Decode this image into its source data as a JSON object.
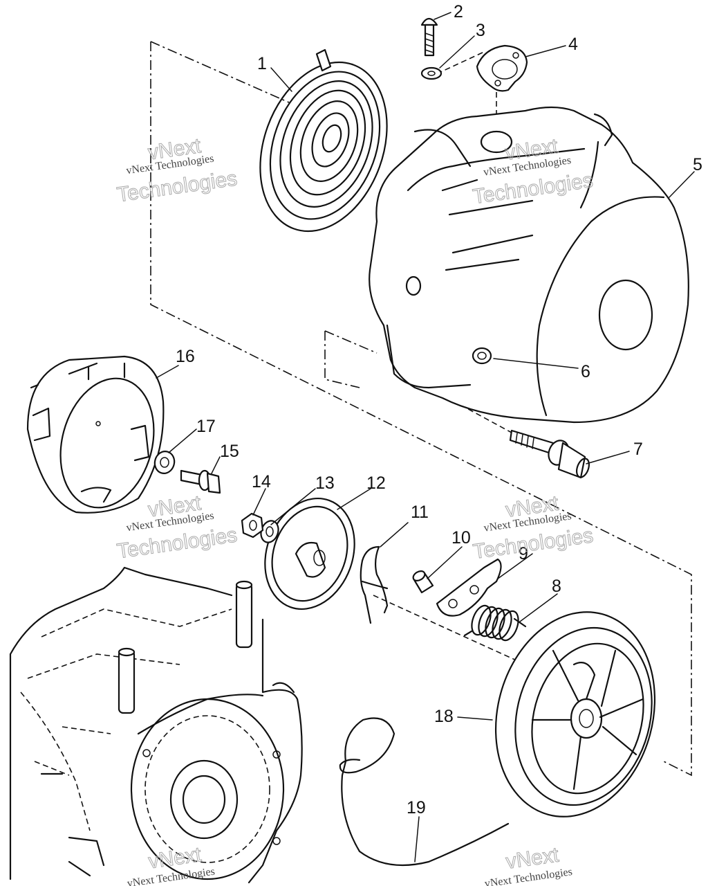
{
  "callouts": [
    "1",
    "2",
    "3",
    "4",
    "5",
    "6",
    "7",
    "8",
    "9",
    "10",
    "11",
    "12",
    "13",
    "14",
    "15",
    "16",
    "17",
    "18",
    "19"
  ],
  "watermark": {
    "line1": "vNext Technologies",
    "line2": "vNext",
    "line3": "Technologies"
  }
}
